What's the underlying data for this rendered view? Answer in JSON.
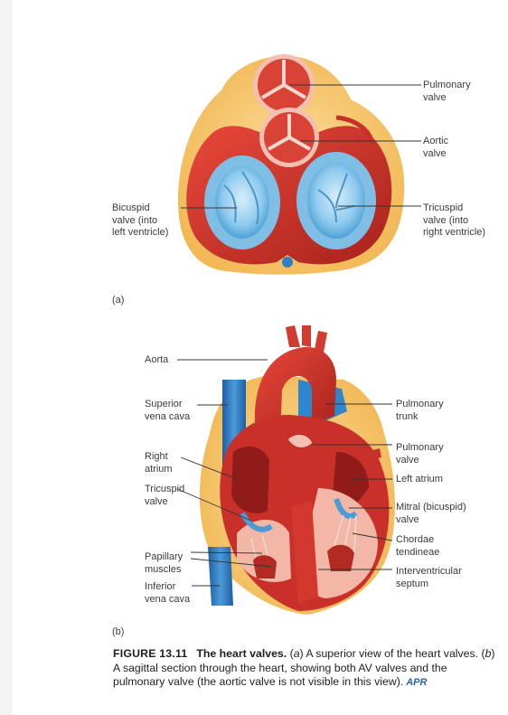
{
  "panel_a": {
    "tag": "(a)",
    "labels": {
      "pulmonary_valve": "Pulmonary\nvalve",
      "aortic_valve": "Aortic\nvalve",
      "bicuspid_valve": "Bicuspid\nvalve (into\nleft ventricle)",
      "tricuspid_valve": "Tricuspid\nvalve (into\nright ventricle)"
    }
  },
  "panel_b": {
    "tag": "(b)",
    "labels": {
      "aorta": "Aorta",
      "superior_vena_cava": "Superior\nvena cava",
      "right_atrium": "Right\natrium",
      "tricuspid_valve": "Tricuspid\nvalve",
      "papillary_muscles": "Papillary\nmuscles",
      "inferior_vena_cava": "Inferior\nvena cava",
      "pulmonary_trunk": "Pulmonary\ntrunk",
      "pulmonary_valve": "Pulmonary\nvalve",
      "left_atrium": "Left atrium",
      "mitral_valve": "Mitral (bicuspid)\nvalve",
      "chordae_tendineae": "Chordae\ntendineae",
      "interventricular_septum": "Interventricular\nseptum"
    }
  },
  "caption": {
    "figure_number": "FIGURE 13.11",
    "title": "The heart valves.",
    "text_1": " (",
    "a": "a",
    "text_2": ") A superior view of the heart valves. (",
    "b": "b",
    "text_3": ") A sagittal section through the heart, showing both AV valves and the pulmonary valve (the aortic valve is not visible in this view).",
    "apr": "APR"
  },
  "colors": {
    "fat": "#f6c35a",
    "fat_light": "#fbe3a6",
    "muscle": "#d63a2f",
    "muscle_dark": "#a9231d",
    "valve_blue": "#66b6e0",
    "valve_blue_light": "#cfe8f7",
    "vein_blue": "#2f7fc6",
    "inner_pink": "#f2b7a7"
  }
}
